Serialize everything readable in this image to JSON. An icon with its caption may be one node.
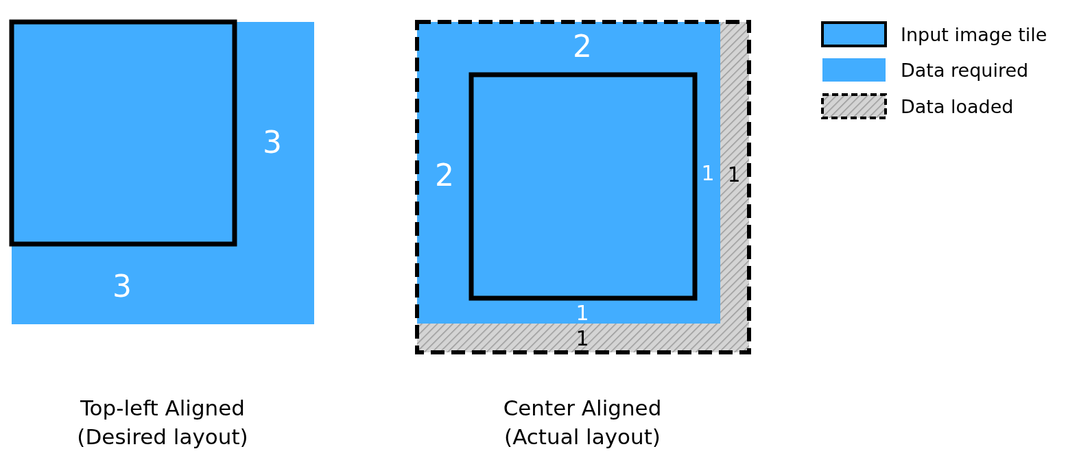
{
  "diagram": {
    "labels": [
      "3",
      "2",
      "2",
      "1",
      "1",
      "3",
      "1",
      "1",
      "Top-left Aligned (Desired layout)",
      "Center Aligned (Actual layout)"
    ],
    "legend": [
      {
        "text": "Input image tile",
        "color": "#42adff"
      },
      {
        "text": "Data required",
        "color": "#42adff"
      },
      {
        "text": "Data loaded"
      }
    ]
  }
}
